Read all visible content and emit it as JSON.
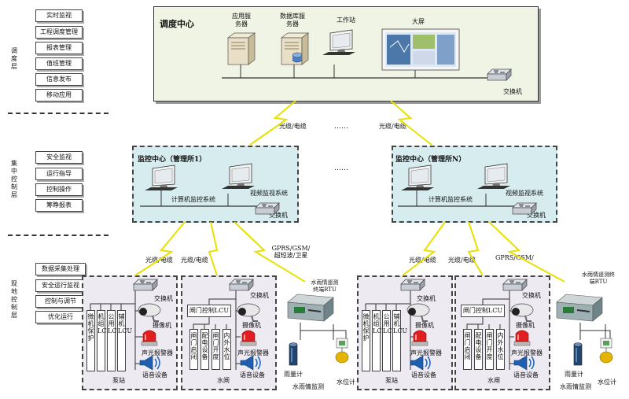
{
  "side": {
    "dispatch_layer": {
      "name": "调度层",
      "items": [
        "实时监视",
        "工程调度管理",
        "报表管理",
        "值班管理",
        "信息发布",
        "移动应用"
      ]
    },
    "control_layer": {
      "name": "集中控制层",
      "items": [
        "安全监视",
        "运行指导",
        "控制操作",
        "筹睁报表"
      ]
    },
    "field_layer": {
      "name": "现地控制层",
      "items": [
        "数据采集处理",
        "安全运行监视",
        "控制与调节",
        "优化运行"
      ]
    }
  },
  "dispatch": {
    "title": "调度中心",
    "app_server": "应用服务器",
    "db_server": "数据库服务器",
    "workstation": "工作站",
    "bigscreen": "大屏",
    "switch": "交换机"
  },
  "links": {
    "left_top": "光缆/电缆",
    "right_top": "光缆/电缆",
    "dots": "……",
    "dots2": "……",
    "l1": "光缆/电缆",
    "l2": "光缆/电缆",
    "l3": "GPRS/GSM/超短波/卫星",
    "r1": "光缆/电缆",
    "r2": "光缆/电缆",
    "r3": "GPRS/GSM/"
  },
  "centers": [
    {
      "title": "监控中心（管理所1）",
      "system": "计算机监控系统",
      "video": "视频监视系统",
      "switch": "交换机"
    },
    {
      "title": "监控中心（管理所N）",
      "system": "计算机监控系统",
      "video": "视频监视系统",
      "switch": "交换机"
    }
  ],
  "pump_station": {
    "boxes": [
      "微机保护",
      "机组LCU",
      "公用LCU",
      "辅机LCU"
    ],
    "switch": "交换机",
    "camera": "摄像机",
    "alarm": "声光报警器",
    "voice": "语音设备",
    "label": "泵站"
  },
  "sluice": {
    "controller": "闸门控制LCU",
    "boxes": [
      "闸门启闭",
      "配电设备",
      "闸门开度",
      "内外水位"
    ],
    "switch": "交换机",
    "camera": "摄像机",
    "alarm": "声光报警器",
    "voice": "语音设备",
    "label": "水闸"
  },
  "rtu": {
    "name": "水雨情遥测终端RTU",
    "rain": "雨量计",
    "level": "水位计",
    "label": "水雨情监测"
  },
  "colors": {
    "dispatch_bg": "#f0f4e4",
    "center_bg": "#d6ecef",
    "site_bg": "#edeaf2",
    "lightning": "#e8e000",
    "alarm": "#e02020",
    "server": "#e9dfc6"
  }
}
